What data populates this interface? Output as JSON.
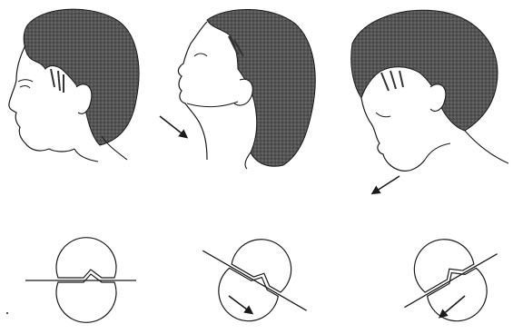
{
  "colors": {
    "background": "#ffffff",
    "ink": "#1a1a1a",
    "hair": "#4a4a4a",
    "skin": "#ffffff"
  },
  "panels": [
    {
      "id": "neutral",
      "head_pose": "profile-level",
      "arrow": "none",
      "circles": "level"
    },
    {
      "id": "extension",
      "head_pose": "tilted-back",
      "arrow": "down-right",
      "circles": "rotated-clockwise"
    },
    {
      "id": "flexion",
      "head_pose": "tilted-forward",
      "arrow": "down-left",
      "circles": "rotated-counterclockwise"
    }
  ]
}
